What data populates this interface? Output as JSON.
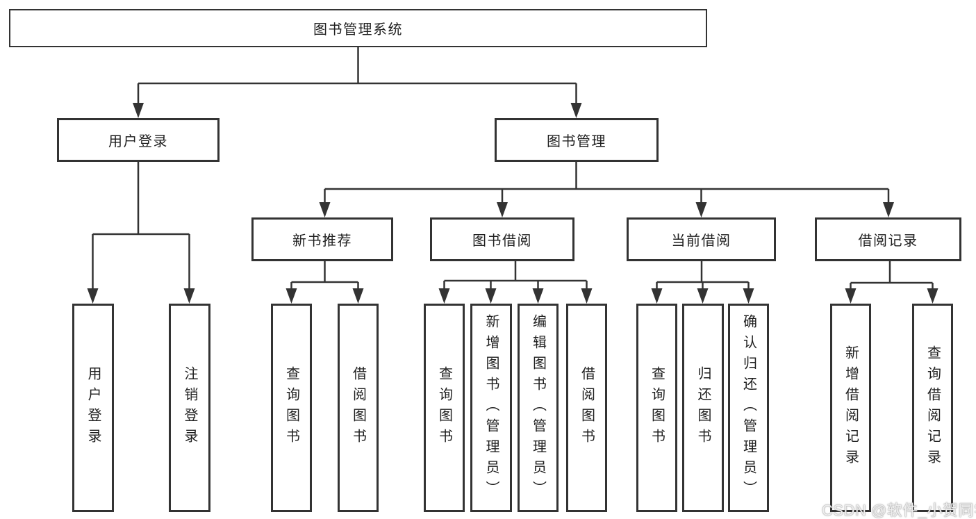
{
  "colors": {
    "line": "#333333",
    "text": "#1f1f1f",
    "bg": "#ffffff",
    "watermark": "#eeeeee"
  },
  "diagram": {
    "root": {
      "label": "图书管理系统"
    },
    "level2": [
      {
        "label": "用户登录"
      },
      {
        "label": "图书管理"
      }
    ],
    "level3": [
      {
        "label": "新书推荐"
      },
      {
        "label": "图书借阅"
      },
      {
        "label": "当前借阅"
      },
      {
        "label": "借阅记录"
      }
    ],
    "level4": [
      {
        "label": "用户登录"
      },
      {
        "label": "注销登录"
      },
      {
        "label": "查询图书"
      },
      {
        "label": "借阅图书"
      },
      {
        "label": "查询图书"
      },
      {
        "label": "新增图书（管理员）"
      },
      {
        "label": "编辑图书（管理员）"
      },
      {
        "label": "借阅图书"
      },
      {
        "label": "查询图书"
      },
      {
        "label": "归还图书"
      },
      {
        "label": "确认归还（管理员）"
      },
      {
        "label": "新增借阅记录"
      },
      {
        "label": "查询借阅记录"
      }
    ]
  },
  "watermark": {
    "text": "CSDN @软件_小贺同学"
  }
}
